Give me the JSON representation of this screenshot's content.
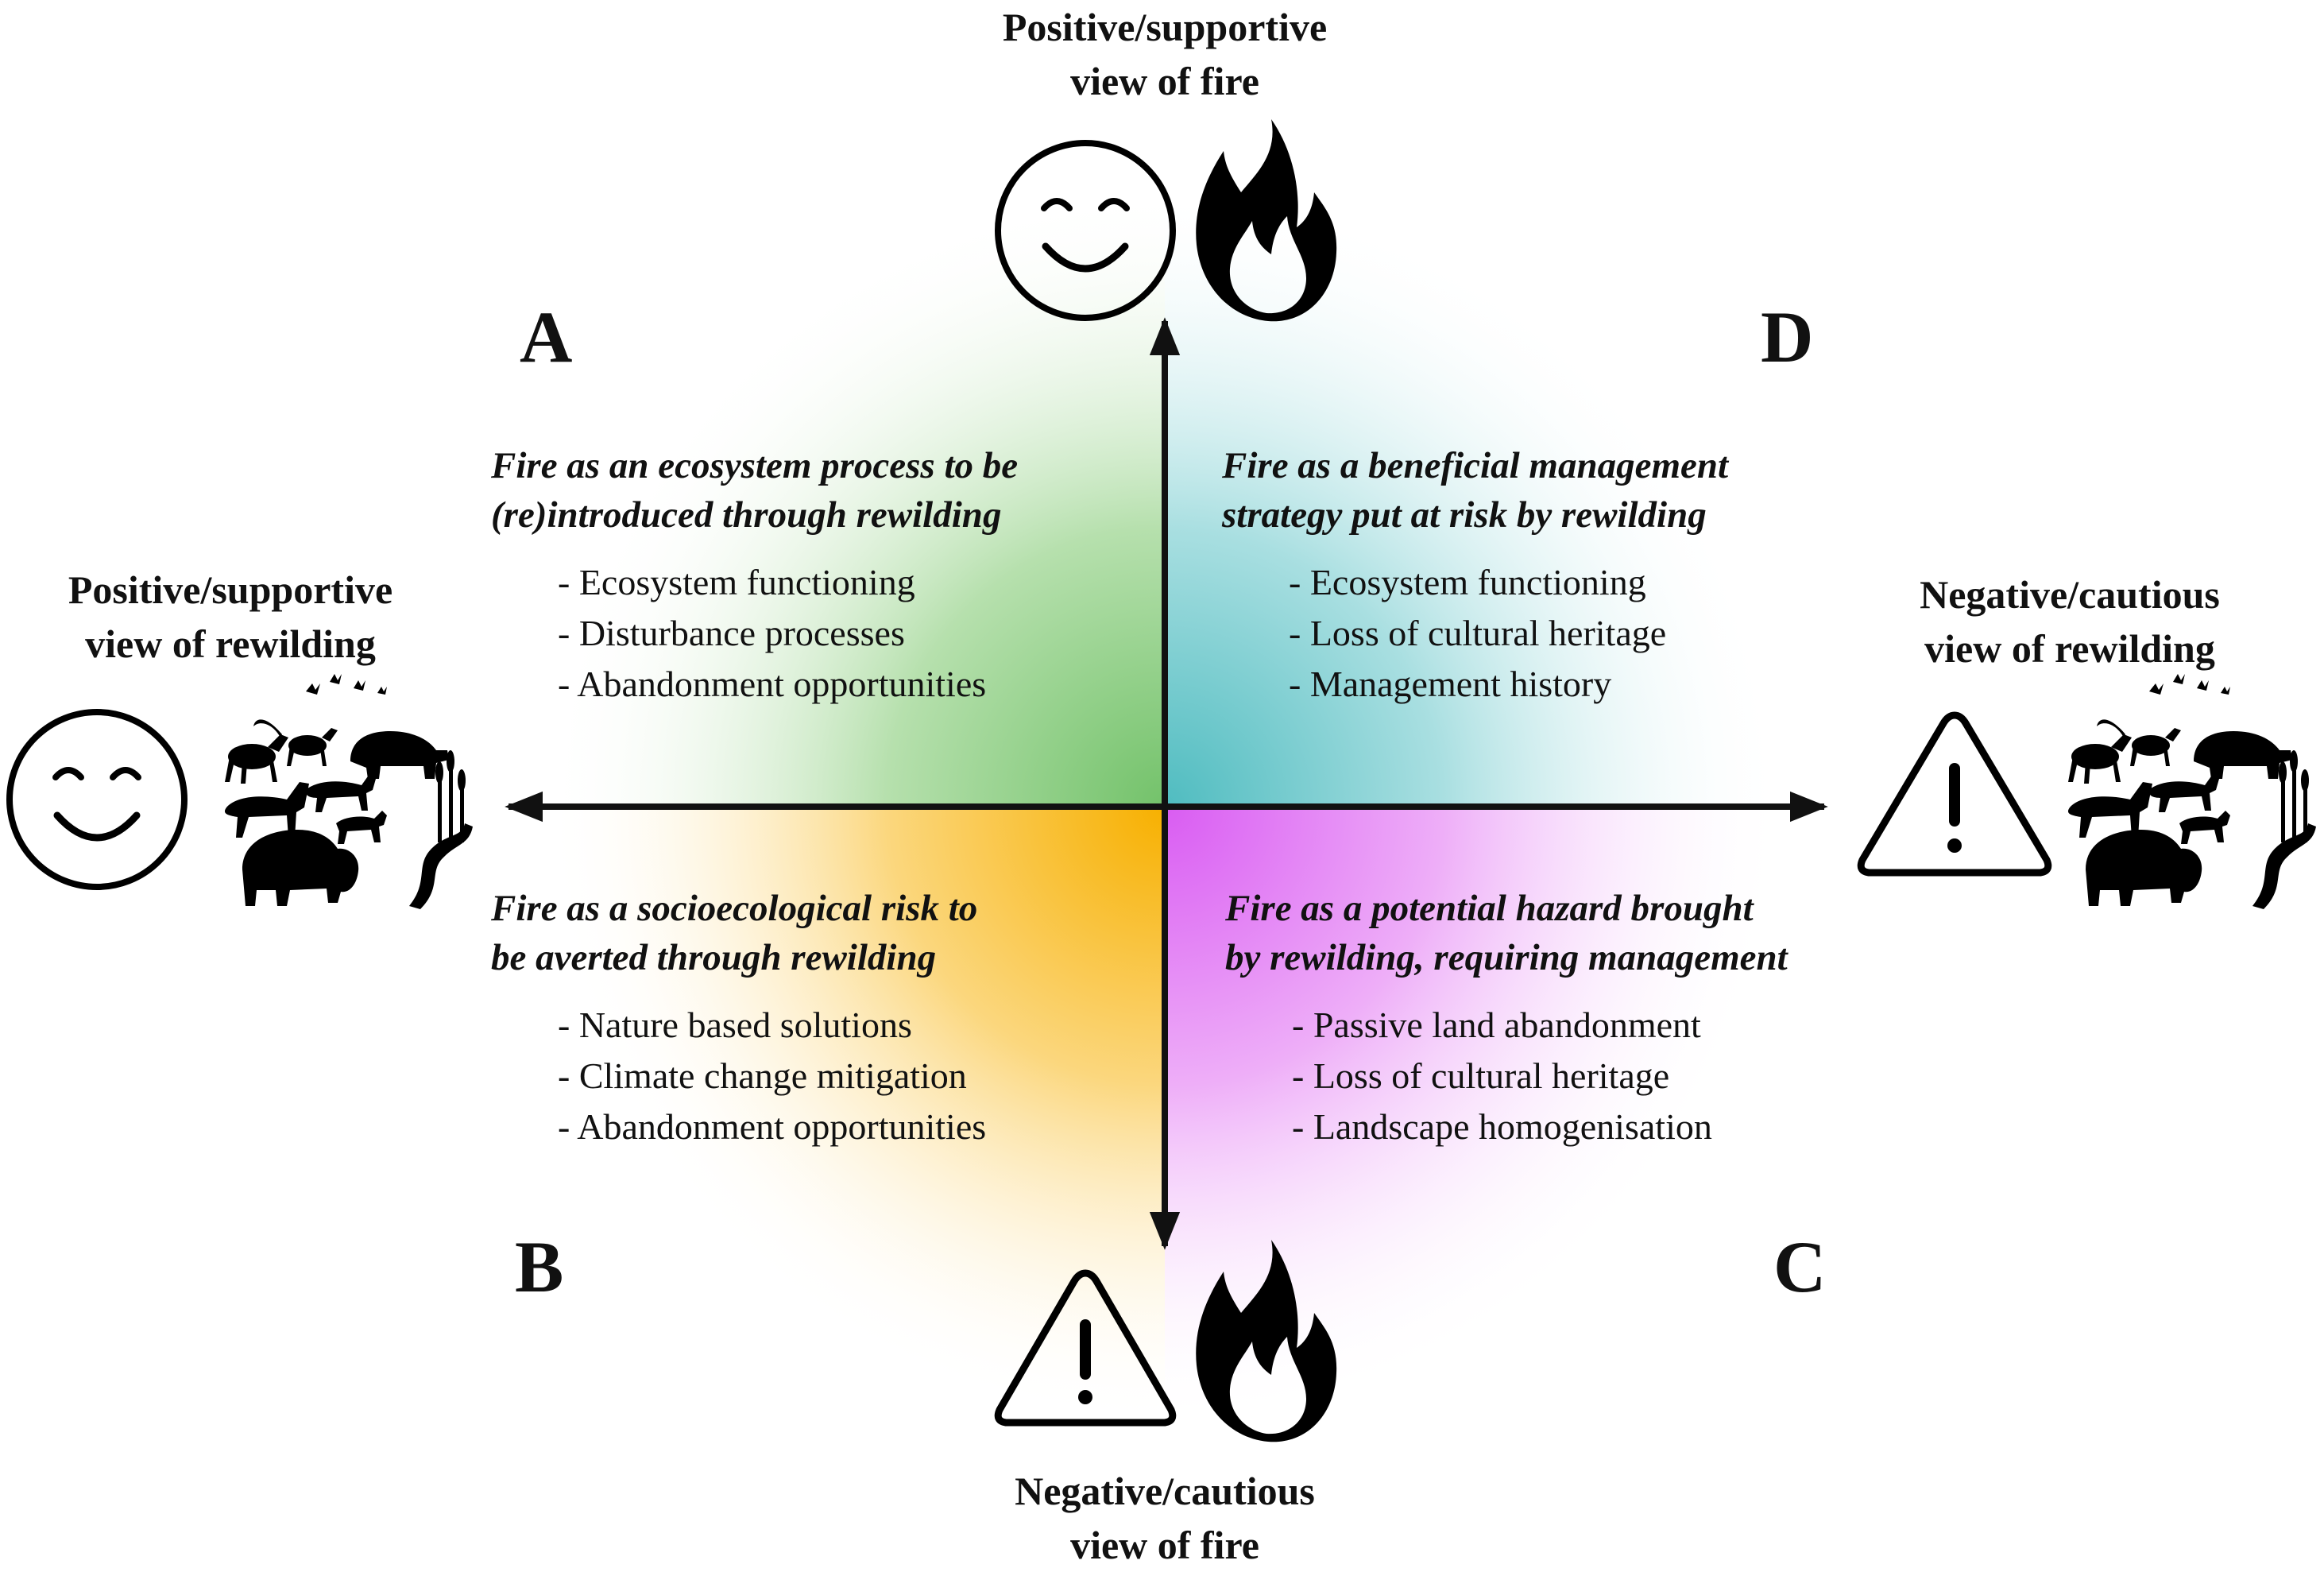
{
  "axes": {
    "top": {
      "line1": "Positive/supportive",
      "line2": "view of fire",
      "icons": [
        "smiley-icon",
        "fire-icon"
      ]
    },
    "bottom": {
      "line1": "Negative/cautious",
      "line2": "view of fire",
      "icons": [
        "warning-icon",
        "fire-icon"
      ]
    },
    "left": {
      "line1": "Positive/supportive",
      "line2": "view of rewilding",
      "icons": [
        "smiley-icon",
        "wildlife-icon"
      ]
    },
    "right": {
      "line1": "Negative/cautious",
      "line2": "view of rewilding",
      "icons": [
        "warning-icon",
        "wildlife-icon"
      ]
    }
  },
  "quadrants": {
    "A": {
      "letter": "A",
      "title_line1": "Fire as an ecosystem process to be",
      "title_line2": "(re)introduced through rewilding",
      "items": [
        "- Ecosystem functioning",
        "- Disturbance processes",
        "- Abandonment opportunities"
      ],
      "color": "#7cc576"
    },
    "B": {
      "letter": "B",
      "title_line1": "Fire as a socioecological risk to",
      "title_line2": "be averted through rewilding",
      "items": [
        "- Nature based solutions",
        "- Climate change mitigation",
        "- Abandonment opportunities"
      ],
      "color": "#f9b81a"
    },
    "C": {
      "letter": "C",
      "title_line1": "Fire as a potential hazard brought",
      "title_line2": "by rewilding, requiring management",
      "items": [
        "- Passive land abandonment",
        "- Loss of cultural heritage",
        "- Landscape homogenisation"
      ],
      "color": "#dd66f2"
    },
    "D": {
      "letter": "D",
      "title_line1": "Fire as a beneficial management",
      "title_line2": "strategy put at risk by rewilding",
      "items": [
        "- Ecosystem functioning",
        "- Loss of cultural heritage",
        "- Management history"
      ],
      "color": "#5cc0c4"
    }
  },
  "colors": {
    "axis": "#111111",
    "icon": "#000000"
  }
}
